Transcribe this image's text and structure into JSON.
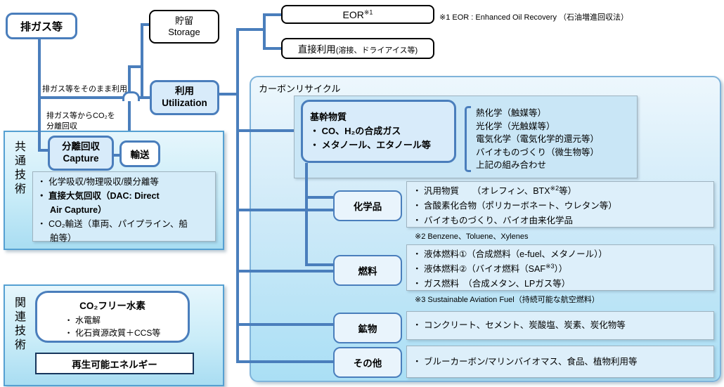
{
  "palette": {
    "line_blue": "#4a7ebc",
    "section_fill_top": "#e6f6fc",
    "section_fill_bottom": "#a9ddf2",
    "box_fill_light_blue": "#d8ebfa",
    "black": "#000000"
  },
  "top": {
    "exhaust_label": "排ガス等",
    "storage_label": "貯留\nStorage",
    "eor": {
      "pre": "EOR",
      "sup": "※1"
    },
    "eor_note": "※1 EOR : Enhanced Oil Recovery （石油増進回収法）",
    "direct_use": {
      "main": "直接利用",
      "paren": "(溶接、ドライアイス等)"
    },
    "utilization_label": "利用\nUtilization",
    "edge_as_is": "排ガス等をそのまま利用",
    "edge_capture": "排ガス等からCO₂を\n分離回収"
  },
  "common": {
    "side_label": "共通技術",
    "capture_label": "分離回収\nCapture",
    "transport_label": "輸送",
    "bullet1": "・ 化学吸収/物理吸収/膜分離等",
    "bullet2": "・ 直接大気回収（DAC: Direct\nAir Capture）",
    "bullet3": "・ CO₂輸送（車両、パイプライン、船\n舶等）"
  },
  "related": {
    "side_label": "関連技術",
    "h2_title": "CO₂フリー水素",
    "h2_bullet1": "・ 水電解",
    "h2_bullet2": "・ 化石資源改質＋CCS等",
    "renewable_label": "再生可能エネルギー"
  },
  "recycle": {
    "title": "カーボンリサイクル",
    "core": {
      "title": "基幹物質",
      "bullet1": "・ CO、H₂の合成ガス",
      "bullet2": "・ メタノール、エタノール等"
    },
    "processes": "熱化学（触媒等）\n光化学（光触媒等）\n電気化学（電気化学的還元等）\nバイオものづくり（微生物等）\n上記の組み合わせ",
    "chem": {
      "label": "化学品",
      "b1": {
        "pre": "・ 汎用物質　　（オレフィン、BTX",
        "sup": "※2",
        "post": "等）"
      },
      "b2": "・ 含酸素化合物（ポリカーボネート、ウレタン等）",
      "b3": "・ バイオものづくり、バイオ由来化学品",
      "note": "※2 Benzene、Toluene、Xylenes"
    },
    "fuel": {
      "label": "燃料",
      "b1": "・ 液体燃料①（合成燃料（e-fuel、メタノール））",
      "b2": {
        "pre": "・ 液体燃料②（バイオ燃料（SAF",
        "sup": "※3",
        "post": "））"
      },
      "b3": "・ ガス燃料　（合成メタン、LPガス等）",
      "note": "※3 Sustainable Aviation Fuel（持続可能な航空燃料）"
    },
    "mineral": {
      "label": "鉱物",
      "b1": "・ コンクリート、セメント、炭酸塩、炭素、炭化物等"
    },
    "other": {
      "label": "その他",
      "b1": "・ ブルーカーボン/マリンバイオマス、食品、植物利用等"
    }
  }
}
